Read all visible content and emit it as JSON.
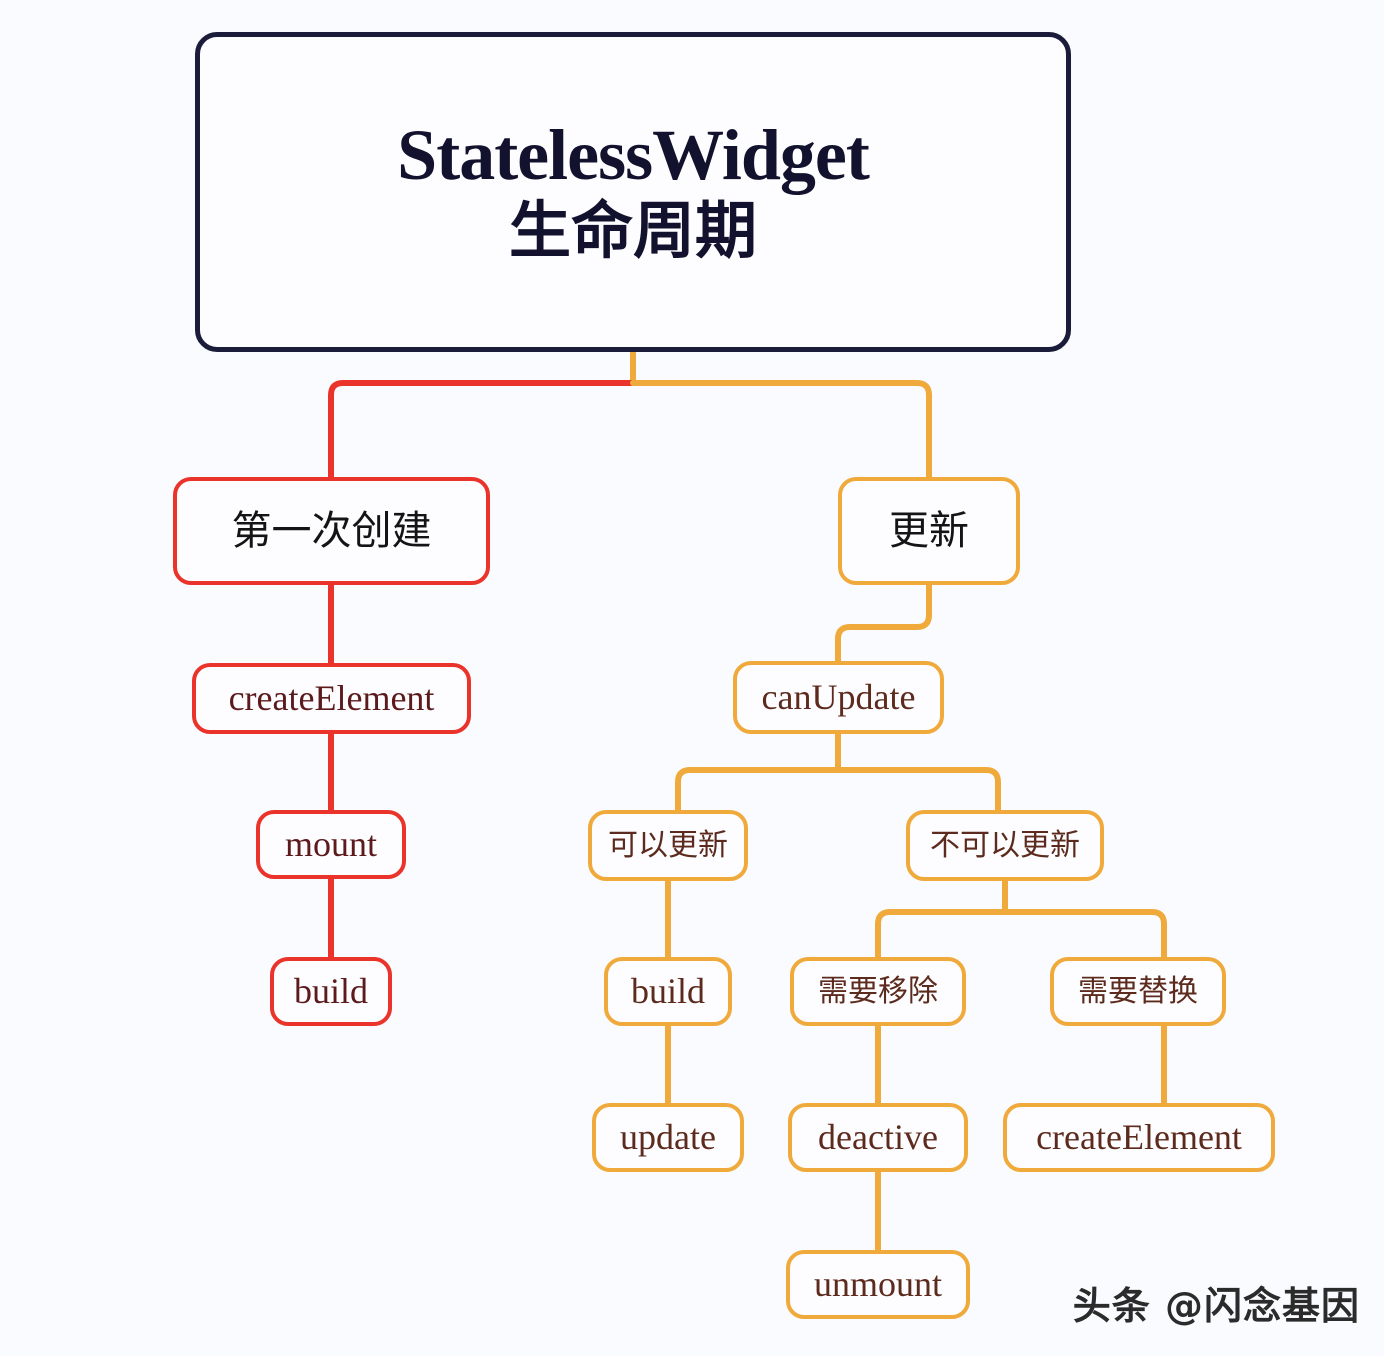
{
  "diagram": {
    "background_color": "#fafbfe",
    "title_node": {
      "line_en": "StatelessWidget",
      "line_cn": "生命周期",
      "border_color": "#1b1b3a",
      "text_color": "#12122e"
    },
    "branches": {
      "create": {
        "color": "#ea342b",
        "text_color": "#5d1a1c",
        "head_label": "第一次创建",
        "steps": [
          "createElement",
          "mount",
          "build"
        ]
      },
      "update": {
        "color": "#f0a93b",
        "text_color": "#5d2b1d",
        "head_label": "更新",
        "decision_label": "canUpdate",
        "can_update_label": "可以更新",
        "cannot_update_label": "不可以更新",
        "can_update_steps": [
          "build",
          "update"
        ],
        "need_remove_label": "需要移除",
        "need_remove_steps": [
          "deactive",
          "unmount"
        ],
        "need_replace_label": "需要替换",
        "need_replace_steps": [
          "createElement"
        ]
      }
    }
  },
  "watermark": {
    "text": "头条 @闪念基因"
  }
}
